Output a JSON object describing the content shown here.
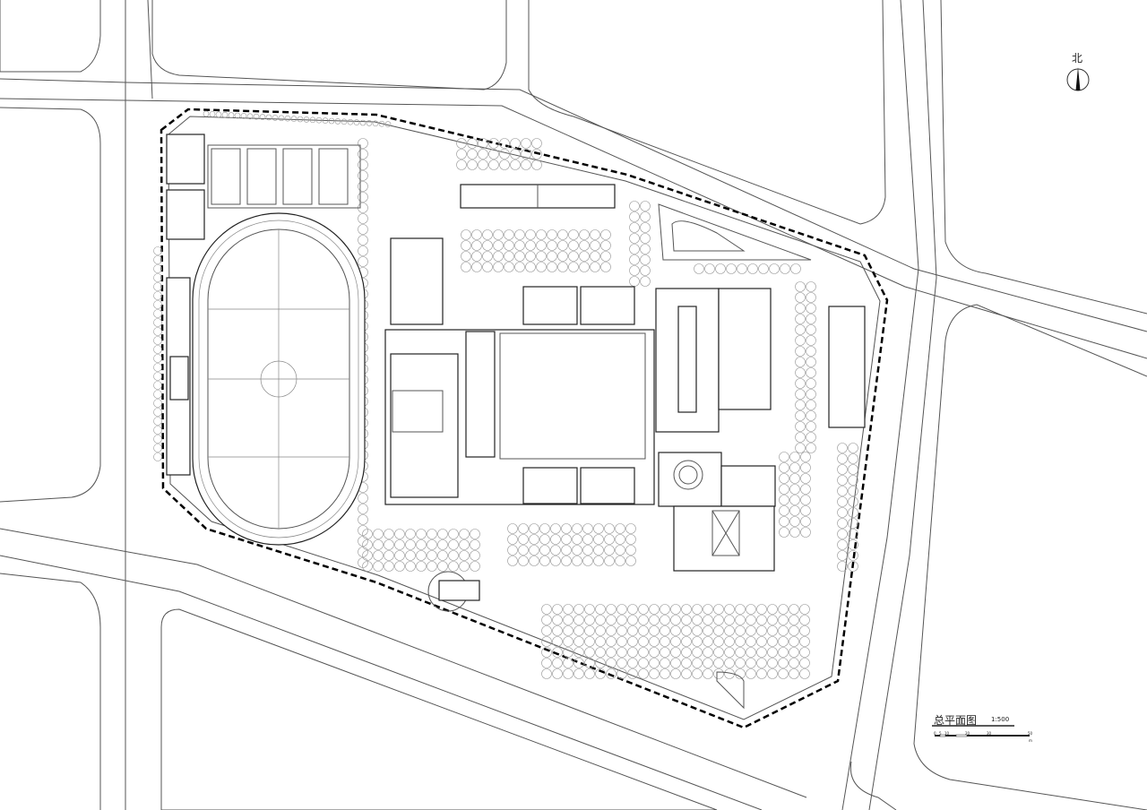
{
  "drawing": {
    "title": "总平面图",
    "scale": "1:500",
    "north_label": "北",
    "scale_bar_ticks": [
      "0",
      "5",
      "10",
      "20",
      "30",
      "50"
    ],
    "scale_bar_unit": "m"
  },
  "colors": {
    "line": "#222222",
    "trees": "#999999",
    "boundary": "#000000",
    "background": "#ffffff"
  }
}
